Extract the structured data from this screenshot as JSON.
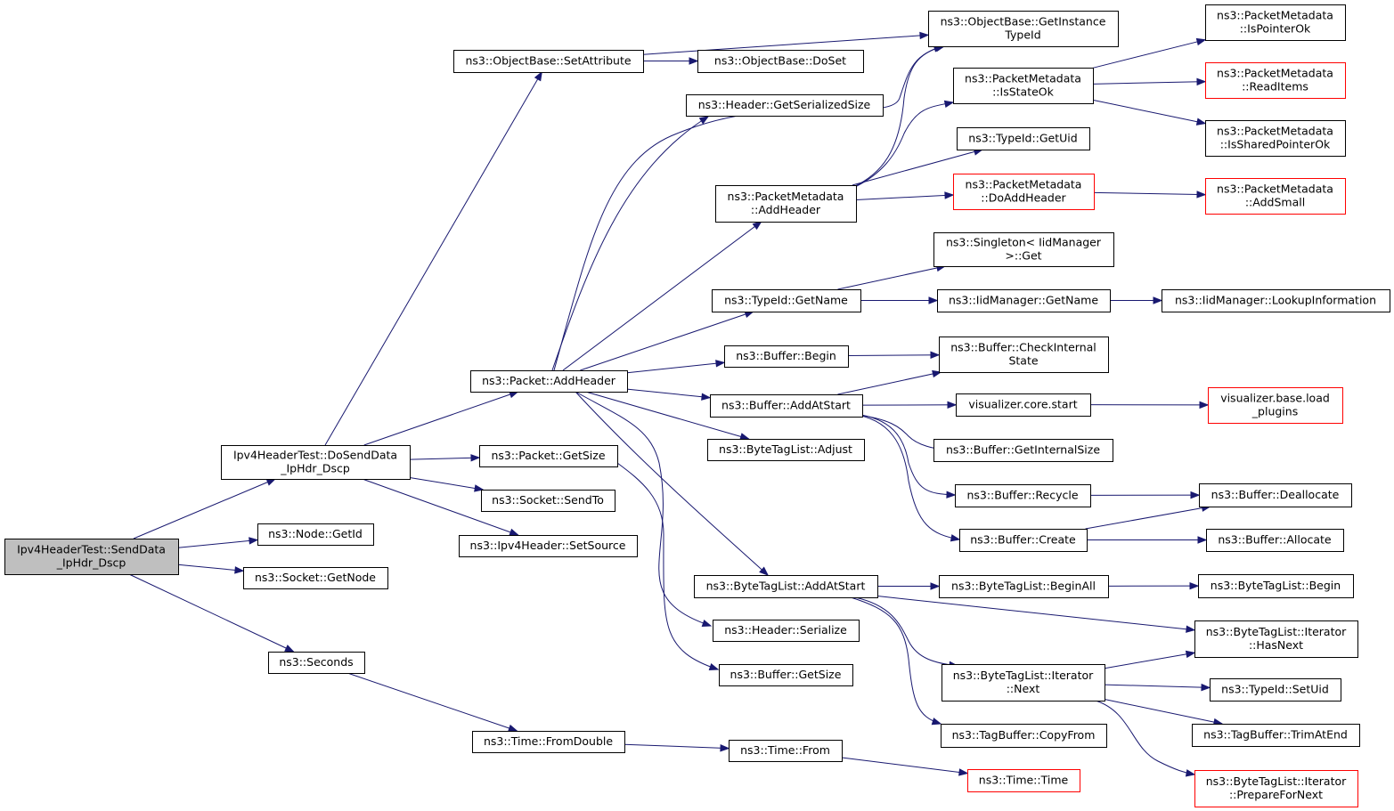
{
  "diagram": {
    "nodes": [
      {
        "id": "sendData",
        "lines": [
          "Ipv4HeaderTest::SendData",
          "_IpHdr_Dscp"
        ],
        "style": "root"
      },
      {
        "id": "doSendData",
        "lines": [
          "Ipv4HeaderTest::DoSendData",
          "_IpHdr_Dscp"
        ]
      },
      {
        "id": "nodeGetId",
        "lines": [
          "ns3::Node::GetId"
        ]
      },
      {
        "id": "socketGetNode",
        "lines": [
          "ns3::Socket::GetNode"
        ]
      },
      {
        "id": "seconds",
        "lines": [
          "ns3::Seconds"
        ]
      },
      {
        "id": "setAttribute",
        "lines": [
          "ns3::ObjectBase::SetAttribute"
        ]
      },
      {
        "id": "packetAddHeader",
        "lines": [
          "ns3::Packet::AddHeader"
        ]
      },
      {
        "id": "packetGetSize",
        "lines": [
          "ns3::Packet::GetSize"
        ]
      },
      {
        "id": "socketSendTo",
        "lines": [
          "ns3::Socket::SendTo"
        ]
      },
      {
        "id": "ipv4SetSource",
        "lines": [
          "ns3::Ipv4Header::SetSource"
        ]
      },
      {
        "id": "timeFromDouble",
        "lines": [
          "ns3::Time::FromDouble"
        ]
      },
      {
        "id": "getInstanceTypeId",
        "lines": [
          "ns3::ObjectBase::GetInstance",
          "TypeId"
        ]
      },
      {
        "id": "doSet",
        "lines": [
          "ns3::ObjectBase::DoSet"
        ]
      },
      {
        "id": "headerGetSerializedSize",
        "lines": [
          "ns3::Header::GetSerializedSize"
        ]
      },
      {
        "id": "pmAddHeader",
        "lines": [
          "ns3::PacketMetadata",
          "::AddHeader"
        ]
      },
      {
        "id": "typeIdGetName",
        "lines": [
          "ns3::TypeId::GetName"
        ]
      },
      {
        "id": "bufferBegin",
        "lines": [
          "ns3::Buffer::Begin"
        ]
      },
      {
        "id": "bufferAddAtStart",
        "lines": [
          "ns3::Buffer::AddAtStart"
        ]
      },
      {
        "id": "btlAdjust",
        "lines": [
          "ns3::ByteTagList::Adjust"
        ]
      },
      {
        "id": "btlAddAtStart",
        "lines": [
          "ns3::ByteTagList::AddAtStart"
        ]
      },
      {
        "id": "headerSerialize",
        "lines": [
          "ns3::Header::Serialize"
        ]
      },
      {
        "id": "bufferGetSize",
        "lines": [
          "ns3::Buffer::GetSize"
        ]
      },
      {
        "id": "timeFrom",
        "lines": [
          "ns3::Time::From"
        ]
      },
      {
        "id": "pmIsStateOk",
        "lines": [
          "ns3::PacketMetadata",
          "::IsStateOk"
        ]
      },
      {
        "id": "typeIdGetUid",
        "lines": [
          "ns3::TypeId::GetUid"
        ]
      },
      {
        "id": "pmDoAddHeader",
        "lines": [
          "ns3::PacketMetadata",
          "::DoAddHeader"
        ],
        "style": "red"
      },
      {
        "id": "singletonGet",
        "lines": [
          "ns3::Singleton< IidManager",
          " >::Get"
        ]
      },
      {
        "id": "iidGetName",
        "lines": [
          "ns3::IidManager::GetName"
        ]
      },
      {
        "id": "checkInternalState",
        "lines": [
          "ns3::Buffer::CheckInternal",
          "State"
        ]
      },
      {
        "id": "vizCoreStart",
        "lines": [
          "visualizer.core.start"
        ]
      },
      {
        "id": "bufferGetInternalSize",
        "lines": [
          "ns3::Buffer::GetInternalSize"
        ]
      },
      {
        "id": "bufferRecycle",
        "lines": [
          "ns3::Buffer::Recycle"
        ]
      },
      {
        "id": "bufferCreate",
        "lines": [
          "ns3::Buffer::Create"
        ]
      },
      {
        "id": "btlBeginAll",
        "lines": [
          "ns3::ByteTagList::BeginAll"
        ]
      },
      {
        "id": "btlIterNext",
        "lines": [
          "ns3::ByteTagList::Iterator",
          "::Next"
        ]
      },
      {
        "id": "tagBufferCopyFrom",
        "lines": [
          "ns3::TagBuffer::CopyFrom"
        ]
      },
      {
        "id": "timeTime",
        "lines": [
          "ns3::Time::Time"
        ],
        "style": "red"
      },
      {
        "id": "pmIsPointerOk",
        "lines": [
          "ns3::PacketMetadata",
          "::IsPointerOk"
        ]
      },
      {
        "id": "pmReadItems",
        "lines": [
          "ns3::PacketMetadata",
          "::ReadItems"
        ],
        "style": "red"
      },
      {
        "id": "pmIsSharedPointerOk",
        "lines": [
          "ns3::PacketMetadata",
          "::IsSharedPointerOk"
        ]
      },
      {
        "id": "pmAddSmall",
        "lines": [
          "ns3::PacketMetadata",
          "::AddSmall"
        ],
        "style": "red"
      },
      {
        "id": "iidLookupInformation",
        "lines": [
          "ns3::IidManager::LookupInformation"
        ]
      },
      {
        "id": "vizLoadPlugins",
        "lines": [
          "visualizer.base.load",
          "_plugins"
        ],
        "style": "red"
      },
      {
        "id": "bufferDeallocate",
        "lines": [
          "ns3::Buffer::Deallocate"
        ]
      },
      {
        "id": "bufferAllocate",
        "lines": [
          "ns3::Buffer::Allocate"
        ]
      },
      {
        "id": "btlBegin",
        "lines": [
          "ns3::ByteTagList::Begin"
        ]
      },
      {
        "id": "btlIterHasNext",
        "lines": [
          "ns3::ByteTagList::Iterator",
          "::HasNext"
        ]
      },
      {
        "id": "typeIdSetUid",
        "lines": [
          "ns3::TypeId::SetUid"
        ]
      },
      {
        "id": "tagBufferTrimAtEnd",
        "lines": [
          "ns3::TagBuffer::TrimAtEnd"
        ]
      },
      {
        "id": "btlIterPrepareForNext",
        "lines": [
          "ns3::ByteTagList::Iterator",
          "::PrepareForNext"
        ],
        "style": "red"
      }
    ],
    "edges": [
      [
        "sendData",
        "doSendData"
      ],
      [
        "sendData",
        "nodeGetId"
      ],
      [
        "sendData",
        "socketGetNode"
      ],
      [
        "sendData",
        "seconds"
      ],
      [
        "doSendData",
        "setAttribute"
      ],
      [
        "doSendData",
        "packetAddHeader"
      ],
      [
        "doSendData",
        "packetGetSize"
      ],
      [
        "doSendData",
        "socketSendTo"
      ],
      [
        "doSendData",
        "ipv4SetSource"
      ],
      [
        "seconds",
        "timeFromDouble"
      ],
      [
        "setAttribute",
        "getInstanceTypeId"
      ],
      [
        "setAttribute",
        "doSet"
      ],
      [
        "packetAddHeader",
        "headerGetSerializedSize"
      ],
      [
        "packetAddHeader",
        "getInstanceTypeId"
      ],
      [
        "packetAddHeader",
        "pmAddHeader"
      ],
      [
        "packetAddHeader",
        "typeIdGetName"
      ],
      [
        "packetAddHeader",
        "bufferBegin"
      ],
      [
        "packetAddHeader",
        "bufferAddAtStart"
      ],
      [
        "packetAddHeader",
        "btlAdjust"
      ],
      [
        "packetAddHeader",
        "btlAddAtStart"
      ],
      [
        "packetAddHeader",
        "headerSerialize"
      ],
      [
        "packetGetSize",
        "bufferGetSize"
      ],
      [
        "timeFromDouble",
        "timeFrom"
      ],
      [
        "timeFrom",
        "timeTime"
      ],
      [
        "pmAddHeader",
        "getInstanceTypeId"
      ],
      [
        "pmAddHeader",
        "pmIsStateOk"
      ],
      [
        "pmAddHeader",
        "typeIdGetUid"
      ],
      [
        "pmAddHeader",
        "pmDoAddHeader"
      ],
      [
        "pmIsStateOk",
        "pmIsPointerOk"
      ],
      [
        "pmIsStateOk",
        "pmReadItems"
      ],
      [
        "pmIsStateOk",
        "pmIsSharedPointerOk"
      ],
      [
        "pmDoAddHeader",
        "pmAddSmall"
      ],
      [
        "typeIdGetName",
        "singletonGet"
      ],
      [
        "typeIdGetName",
        "iidGetName"
      ],
      [
        "iidGetName",
        "iidLookupInformation"
      ],
      [
        "bufferBegin",
        "checkInternalState"
      ],
      [
        "bufferAddAtStart",
        "checkInternalState"
      ],
      [
        "bufferAddAtStart",
        "vizCoreStart"
      ],
      [
        "bufferAddAtStart",
        "bufferGetInternalSize"
      ],
      [
        "bufferAddAtStart",
        "bufferRecycle"
      ],
      [
        "bufferAddAtStart",
        "bufferCreate"
      ],
      [
        "vizCoreStart",
        "vizLoadPlugins"
      ],
      [
        "bufferRecycle",
        "bufferDeallocate"
      ],
      [
        "bufferCreate",
        "bufferDeallocate"
      ],
      [
        "bufferCreate",
        "bufferAllocate"
      ],
      [
        "btlAddAtStart",
        "btlBeginAll"
      ],
      [
        "btlAddAtStart",
        "btlIterHasNext"
      ],
      [
        "btlAddAtStart",
        "btlIterNext"
      ],
      [
        "btlAddAtStart",
        "tagBufferCopyFrom"
      ],
      [
        "btlBeginAll",
        "btlBegin"
      ],
      [
        "btlIterNext",
        "btlIterHasNext"
      ],
      [
        "btlIterNext",
        "typeIdSetUid"
      ],
      [
        "btlIterNext",
        "tagBufferTrimAtEnd"
      ],
      [
        "btlIterNext",
        "btlIterPrepareForNext"
      ]
    ]
  }
}
